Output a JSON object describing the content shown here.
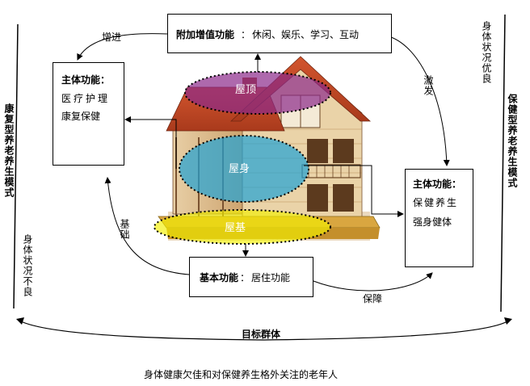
{
  "top_box": {
    "title": "附加增值功能",
    "colon": "：",
    "text": "休闲、娱乐、学习、互动"
  },
  "left_box": {
    "title": "主体功能：",
    "line1": "医疗护理",
    "line2": "康复保健"
  },
  "right_box": {
    "title": "主体功能：",
    "line1": "保健养生",
    "line2": "强身健体"
  },
  "bottom_box": {
    "title": "基本功能",
    "colon": "：",
    "text": "居住功能"
  },
  "house": {
    "roof": "屋顶",
    "body": "屋身",
    "base": "屋基"
  },
  "arrow_labels": {
    "promote": "增进",
    "stimulate": "激发",
    "foundation": "基础",
    "guarantee": "保障"
  },
  "left_model": "康复型养老养生模式",
  "right_model": "保健型养老养生模式",
  "left_condition": "身体状况不良",
  "right_condition": "身体状况优良",
  "target_label": "目标群体",
  "target_text": "身体健康欠佳和对保健养生格外关注的老年人",
  "colors": {
    "roof_ellipse": "#8b2a8a",
    "body_ellipse": "#1fa3d6",
    "base_ellipse": "#f2f000"
  }
}
